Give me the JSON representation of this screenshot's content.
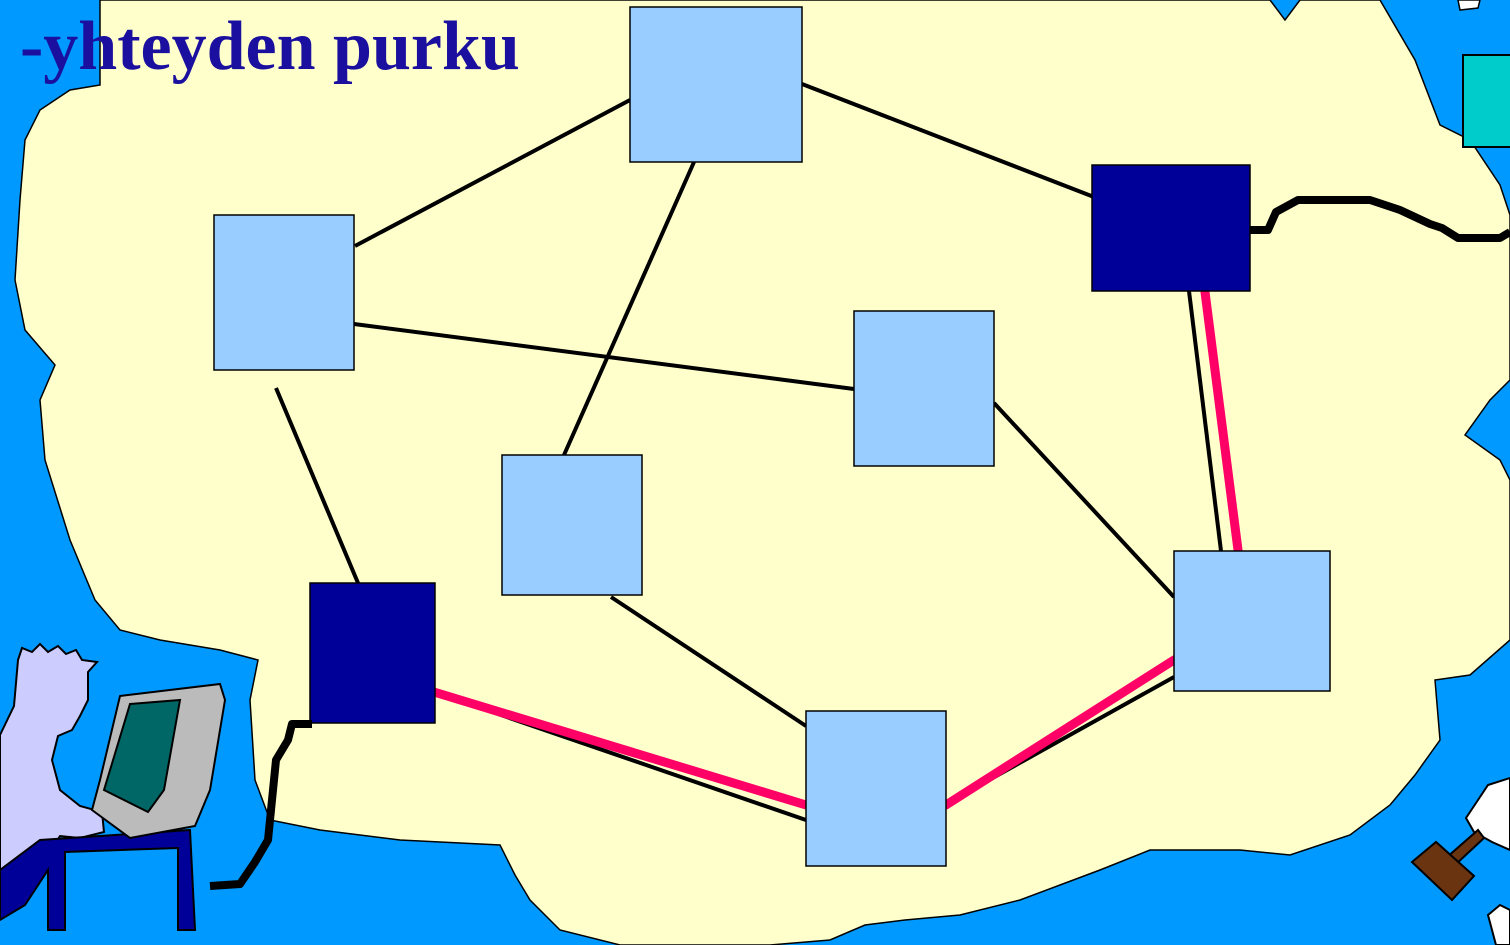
{
  "slide": {
    "title": "-yhteyden purku"
  },
  "colors": {
    "background": "#0099FF",
    "cloud": "#FFFFCC",
    "node": "#99CCFF",
    "endpoint_node": "#000099",
    "link": "#000000",
    "released_connection": "#FF0066",
    "title": "#1A0F9E"
  },
  "diagram": {
    "nodes": [
      {
        "id": "node-top",
        "kind": "switch"
      },
      {
        "id": "node-left",
        "kind": "switch"
      },
      {
        "id": "node-center-right",
        "kind": "switch"
      },
      {
        "id": "node-center",
        "kind": "switch"
      },
      {
        "id": "node-bottom-center",
        "kind": "switch"
      },
      {
        "id": "node-right",
        "kind": "switch"
      },
      {
        "id": "node-endpoint-left",
        "kind": "endpoint"
      },
      {
        "id": "node-endpoint-right",
        "kind": "endpoint"
      }
    ],
    "links": [
      {
        "from": "node-top",
        "to": "node-left"
      },
      {
        "from": "node-top",
        "to": "node-endpoint-right"
      },
      {
        "from": "node-top",
        "to": "node-center"
      },
      {
        "from": "node-left",
        "to": "node-center-right"
      },
      {
        "from": "node-left",
        "to": "node-endpoint-left"
      },
      {
        "from": "node-center",
        "to": "node-bottom-center"
      },
      {
        "from": "node-center-right",
        "to": "node-right"
      },
      {
        "from": "node-endpoint-right",
        "to": "node-right"
      },
      {
        "from": "node-endpoint-left",
        "to": "node-bottom-center"
      },
      {
        "from": "node-bottom-center",
        "to": "node-right"
      }
    ],
    "released_path": [
      "node-endpoint-left",
      "node-bottom-center",
      "node-right",
      "node-endpoint-right"
    ],
    "icons": [
      "user-at-computer-icon",
      "remote-computer-icon",
      "hammer-icon"
    ]
  }
}
